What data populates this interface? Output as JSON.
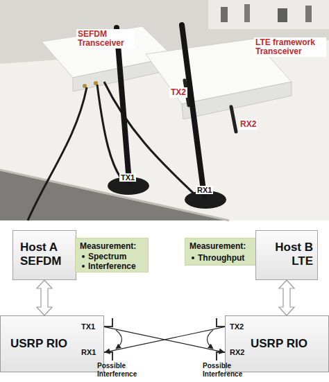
{
  "diagram": {
    "nodes": [
      {
        "text": [
          "Host A SEFDM"
        ]
      },
      {
        "text": [
          "Measurement:",
          "Spectrum",
          "Interference"
        ]
      },
      {
        "text": [
          "Measurement:",
          "Throughput"
        ]
      },
      {
        "text": [
          "Host B LTE"
        ]
      },
      {
        "text": [
          "USRP RIO",
          "TX1",
          "RX1"
        ]
      },
      {
        "text": [
          "USRP RIO",
          "TX2",
          "RX2"
        ]
      }
    ],
    "edges": [
      {
        "from": 0,
        "to": 4,
        "arrow": "both"
      },
      {
        "from": 3,
        "to": 5,
        "arrow": "both"
      },
      {
        "from": 4,
        "to": 5,
        "arrow": "to"
      },
      {
        "from": 5,
        "to": 4,
        "arrow": "to"
      }
    ],
    "labels": [
      "SEFDM Transceiver",
      "LTE framework Transceiver",
      "TX2",
      "RX2",
      "TX1",
      "RX1",
      "Possible Interference",
      "Possible Interference"
    ]
  }
}
